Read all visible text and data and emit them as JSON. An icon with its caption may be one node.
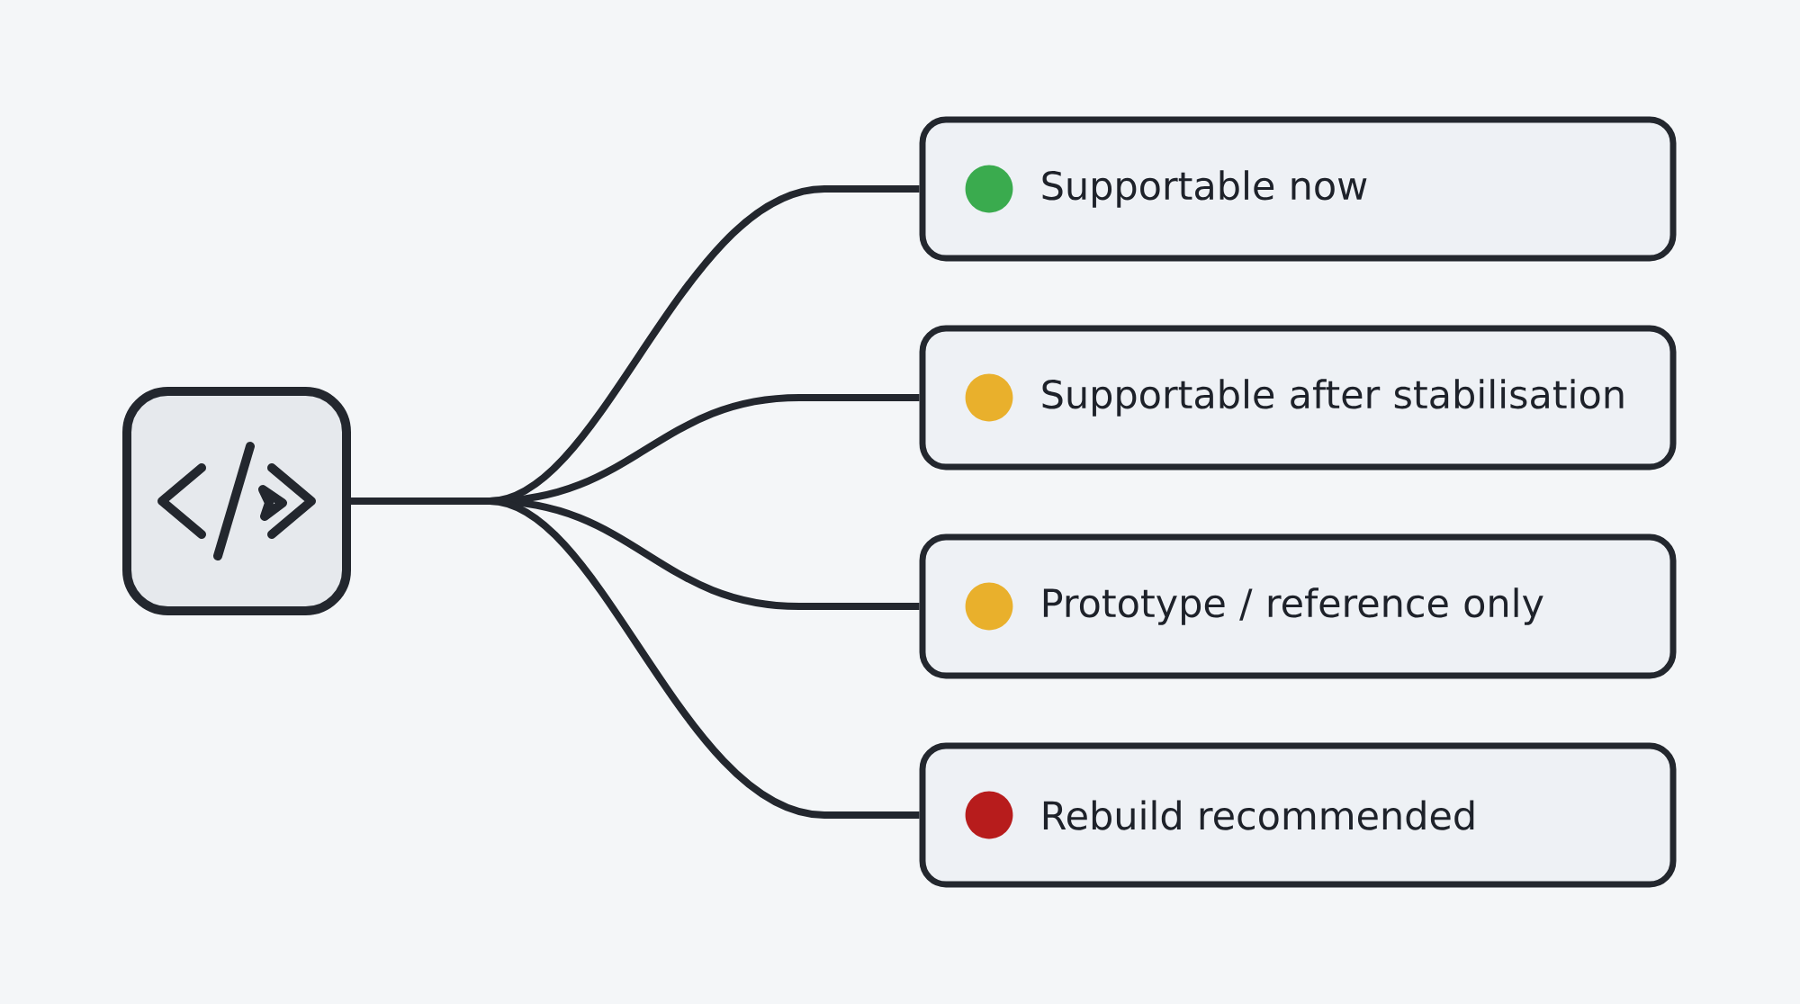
{
  "diagram": {
    "nodes": [
      {
        "text": [],
        "shape": "box"
      },
      {
        "text": [
          "Supportable now"
        ]
      },
      {
        "text": [
          "Supportable after stabilisation"
        ]
      },
      {
        "text": [
          "Prototype / reference only"
        ]
      },
      {
        "text": [
          "Rebuild recommended"
        ]
      }
    ],
    "edges": [
      {
        "from": 0,
        "to": 1,
        "arrow": "none"
      },
      {
        "from": 0,
        "to": 2,
        "arrow": "none"
      },
      {
        "from": 0,
        "to": 3,
        "arrow": "none"
      },
      {
        "from": 0,
        "to": 4,
        "arrow": "none"
      }
    ]
  }
}
